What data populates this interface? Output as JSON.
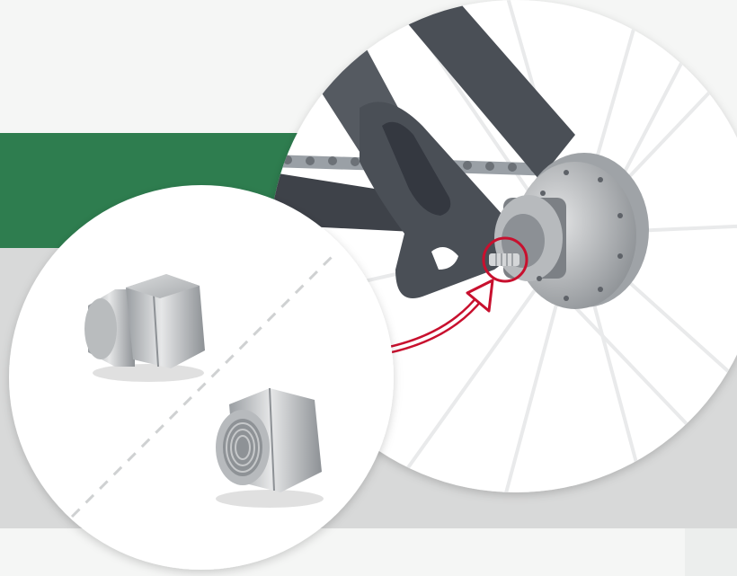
{
  "scene": {
    "colors": {
      "background": "#f5f6f5",
      "green_band": "#2e7d4f",
      "gray_band": "#d8d9d9",
      "frame": "#4a4f56",
      "frame_shadow": "#343840",
      "hub": "#b7babd",
      "nut": "#c8cacc",
      "arrow": "#c8102e",
      "spokes": "#ffffff"
    },
    "icons": [
      "wheel-hub",
      "axle-nut",
      "acorn-nut",
      "cap-nut",
      "pointer-arrow"
    ]
  }
}
